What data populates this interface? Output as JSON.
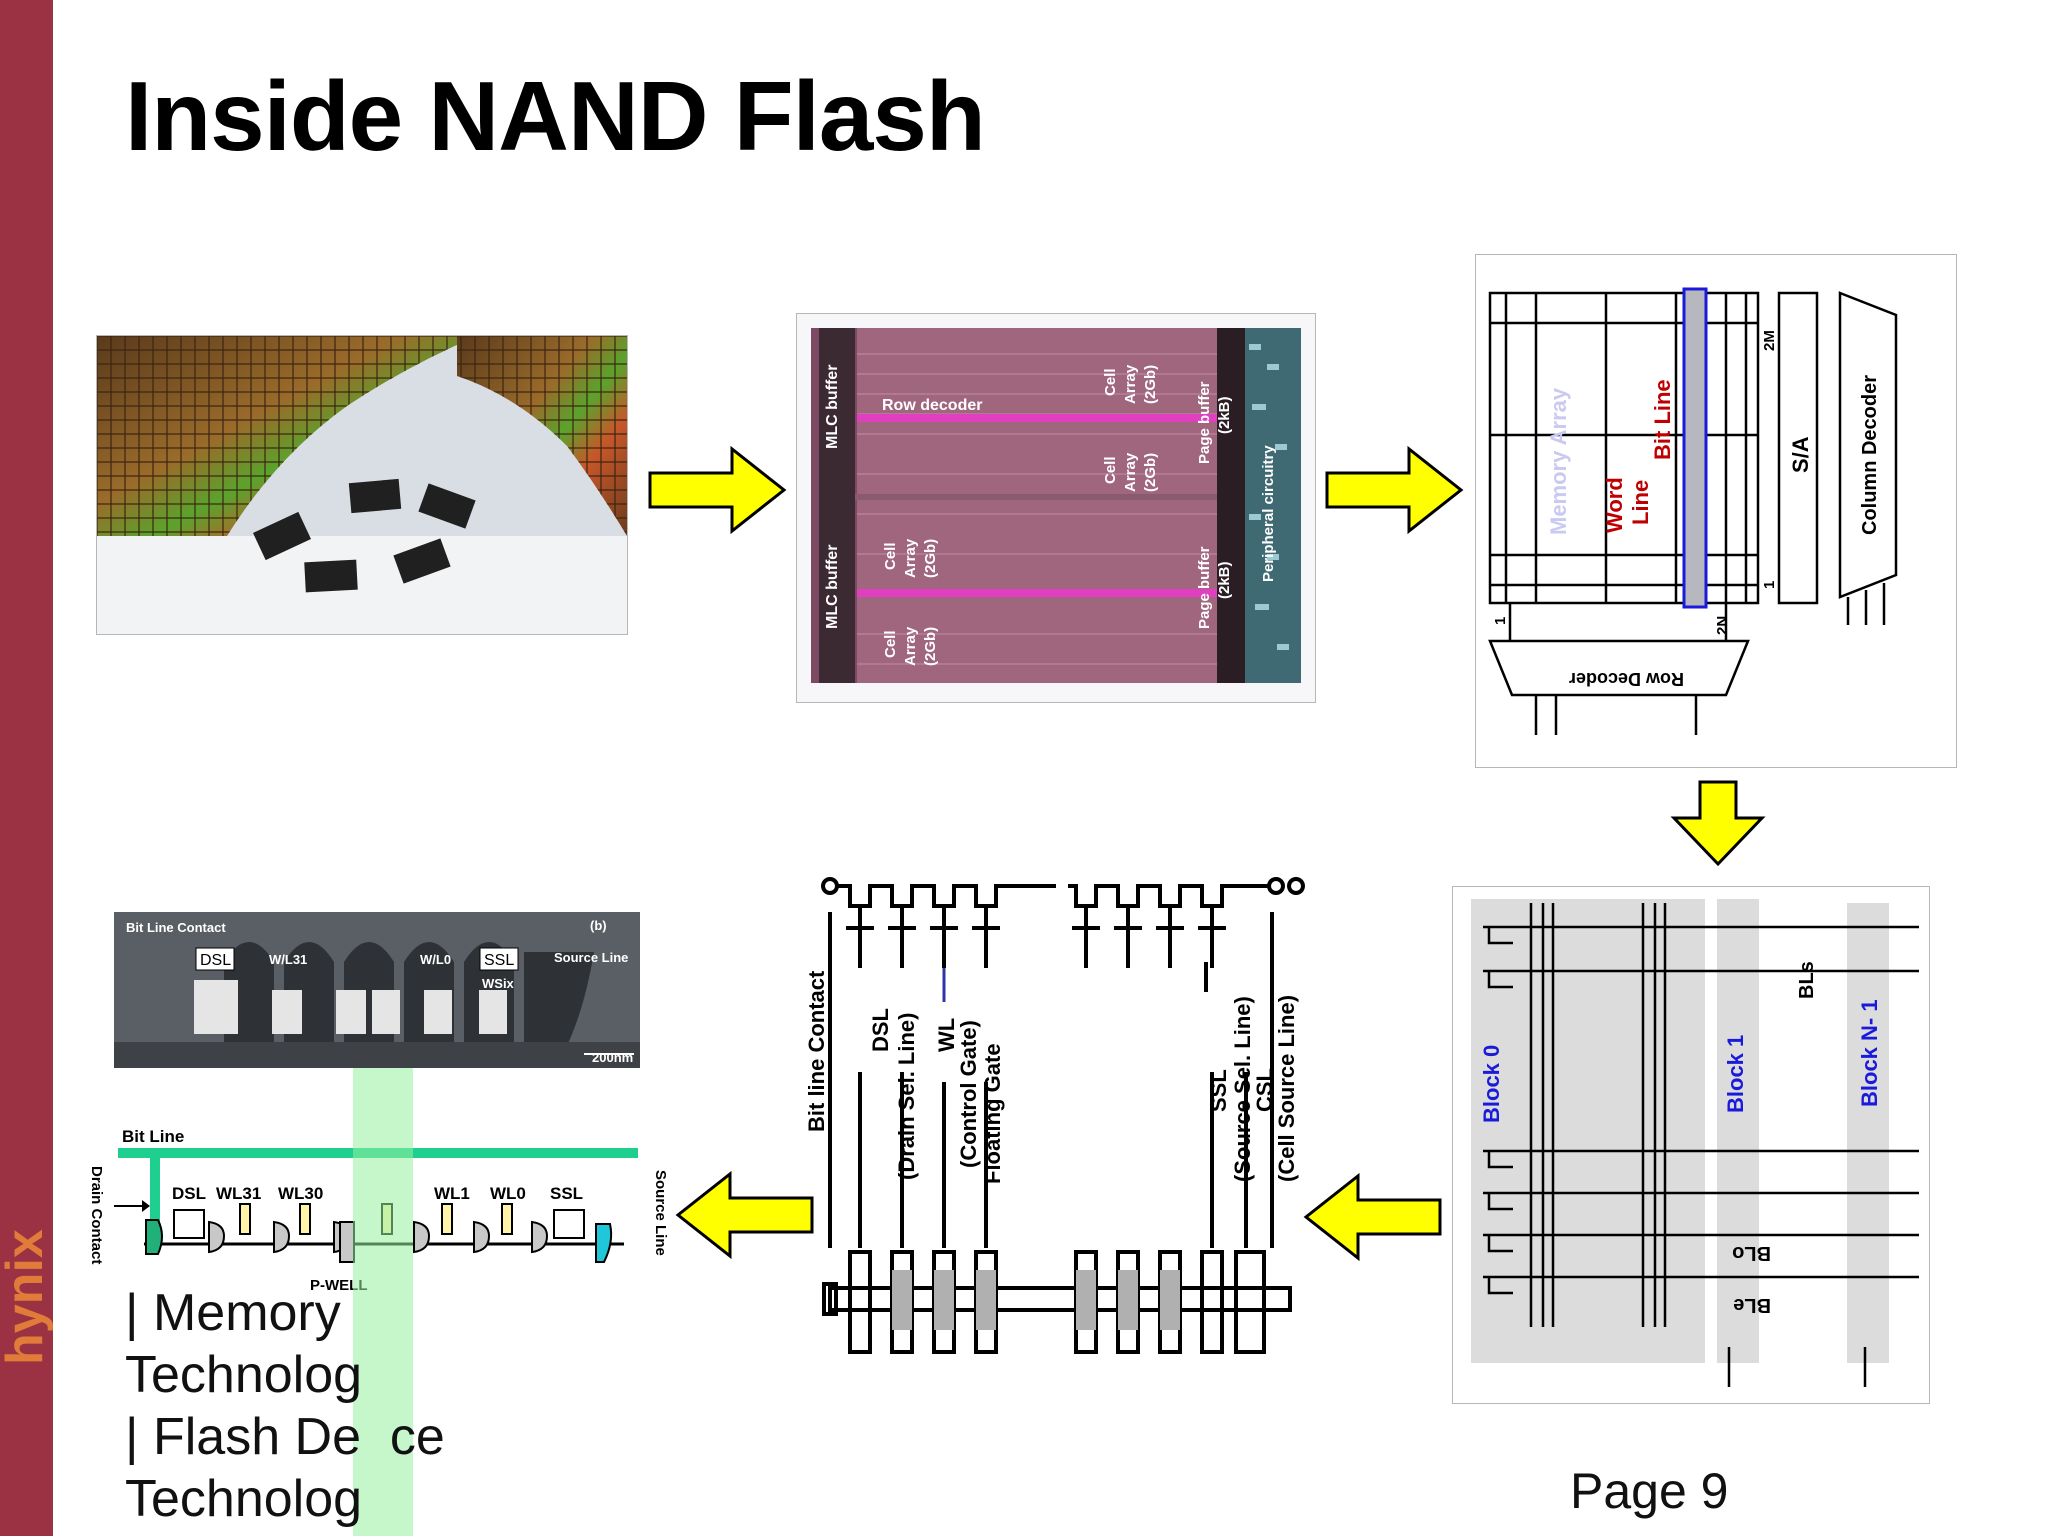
{
  "slide": {
    "title": "Inside NAND Flash",
    "page": "Page 9",
    "brand": "hynix",
    "caption": [
      "| Memory",
      "Technolog",
      "| Flash De  ce",
      "Technolog"
    ]
  },
  "die": {
    "mlc1": "MLC buffer",
    "mlc2": "MLC buffer",
    "row_decoder": "Row decoder",
    "cell": "Cell",
    "array": "Array",
    "size": "(2Gb)",
    "page_buffer": "Page buffer",
    "kb": "(2kB)",
    "peripheral": "Peripheral circuitry"
  },
  "array_schematic": {
    "memory_array": "Memory Array",
    "word": "Word",
    "line": "Line",
    "bit_line": "Bit Line",
    "sa": "S/A",
    "column_decoder": "Column Decoder",
    "row_decoder": "Row Decoder",
    "two_m": "2M",
    "two_n": "2N",
    "one_a": "1",
    "one_b": "1"
  },
  "blocks": {
    "block0": "Block 0",
    "block1": "Block 1",
    "blockn": "Block N- 1",
    "bls": "BLs",
    "blo": "BLo",
    "ble": "BLe"
  },
  "string_diagram": {
    "bit_line_contact": "Bit line Contact",
    "dsl": "DSL",
    "drain_sel": "(Drain Sel. Line)",
    "wl": "WL",
    "control_gate": "(Control Gate)",
    "floating_gate": "Floating Gate",
    "ssl": "SSL",
    "source_sel": "(Source Sel. Line)",
    "csl": "CSL",
    "cell_source": "(Cell Source Line)"
  },
  "sem": {
    "bit_line_contact": "Bit Line Contact",
    "dsl": "DSL",
    "wl31": "W/L31",
    "wl0": "W/L0",
    "ssl": "SSL",
    "wsix": "WSix",
    "source_line": "Source Line",
    "panel": "(b)",
    "scale": "200nm"
  },
  "cross_section": {
    "bit_line": "Bit Line",
    "drain_contact": "Drain Contact",
    "dsl": "DSL",
    "wl31": "WL31",
    "wl30": "WL30",
    "wl1": "WL1",
    "wl0": "WL0",
    "ssl": "SSL",
    "pwell": "P-WELL",
    "source_line": "Source Line"
  },
  "colors": {
    "sidebar": "#9b3243",
    "brand": "#e07b39",
    "arrow_fill": "#ffff00",
    "bitline_green": "#1fcf8f",
    "highlight_green": "#aef5b8",
    "blue_label": "#1a1adb",
    "red_label": "#c00000"
  }
}
